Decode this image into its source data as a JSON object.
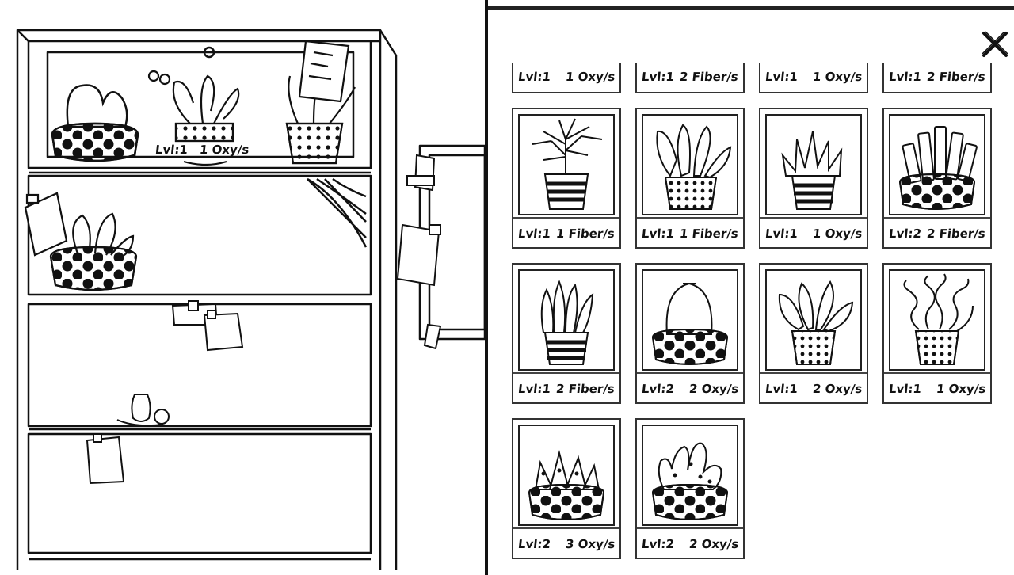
{
  "shelf": {
    "plant_label": {
      "level": "Lvl:1",
      "rate": "1 Oxy/s"
    }
  },
  "inventory": {
    "top_row": [
      {
        "level": "Lvl:1",
        "rate": "1 Oxy/s"
      },
      {
        "level": "Lvl:1",
        "rate": "2 Fiber/s"
      },
      {
        "level": "Lvl:1",
        "rate": "1 Oxy/s"
      },
      {
        "level": "Lvl:1",
        "rate": "2 Fiber/s"
      }
    ],
    "cards": [
      {
        "plant": "palm-plant-icon",
        "level": "Lvl:1",
        "rate": "1 Fiber/s"
      },
      {
        "plant": "leafy-plant-icon",
        "level": "Lvl:1",
        "rate": "1 Fiber/s"
      },
      {
        "plant": "spiky-plant-icon",
        "level": "Lvl:1",
        "rate": "1 Oxy/s"
      },
      {
        "plant": "finger-cactus-icon",
        "level": "Lvl:2",
        "rate": "2 Fiber/s"
      },
      {
        "plant": "snake-plant-icon",
        "level": "Lvl:1",
        "rate": "2 Fiber/s"
      },
      {
        "plant": "dome-cactus-icon",
        "level": "Lvl:2",
        "rate": "2 Oxy/s"
      },
      {
        "plant": "broadleaf-plant-icon",
        "level": "Lvl:1",
        "rate": "2 Oxy/s"
      },
      {
        "plant": "curly-plant-icon",
        "level": "Lvl:1",
        "rate": "1 Oxy/s"
      },
      {
        "plant": "succulent-icon",
        "level": "Lvl:2",
        "rate": "3 Oxy/s"
      },
      {
        "plant": "coral-cactus-icon",
        "level": "Lvl:2",
        "rate": "2 Oxy/s"
      }
    ]
  }
}
